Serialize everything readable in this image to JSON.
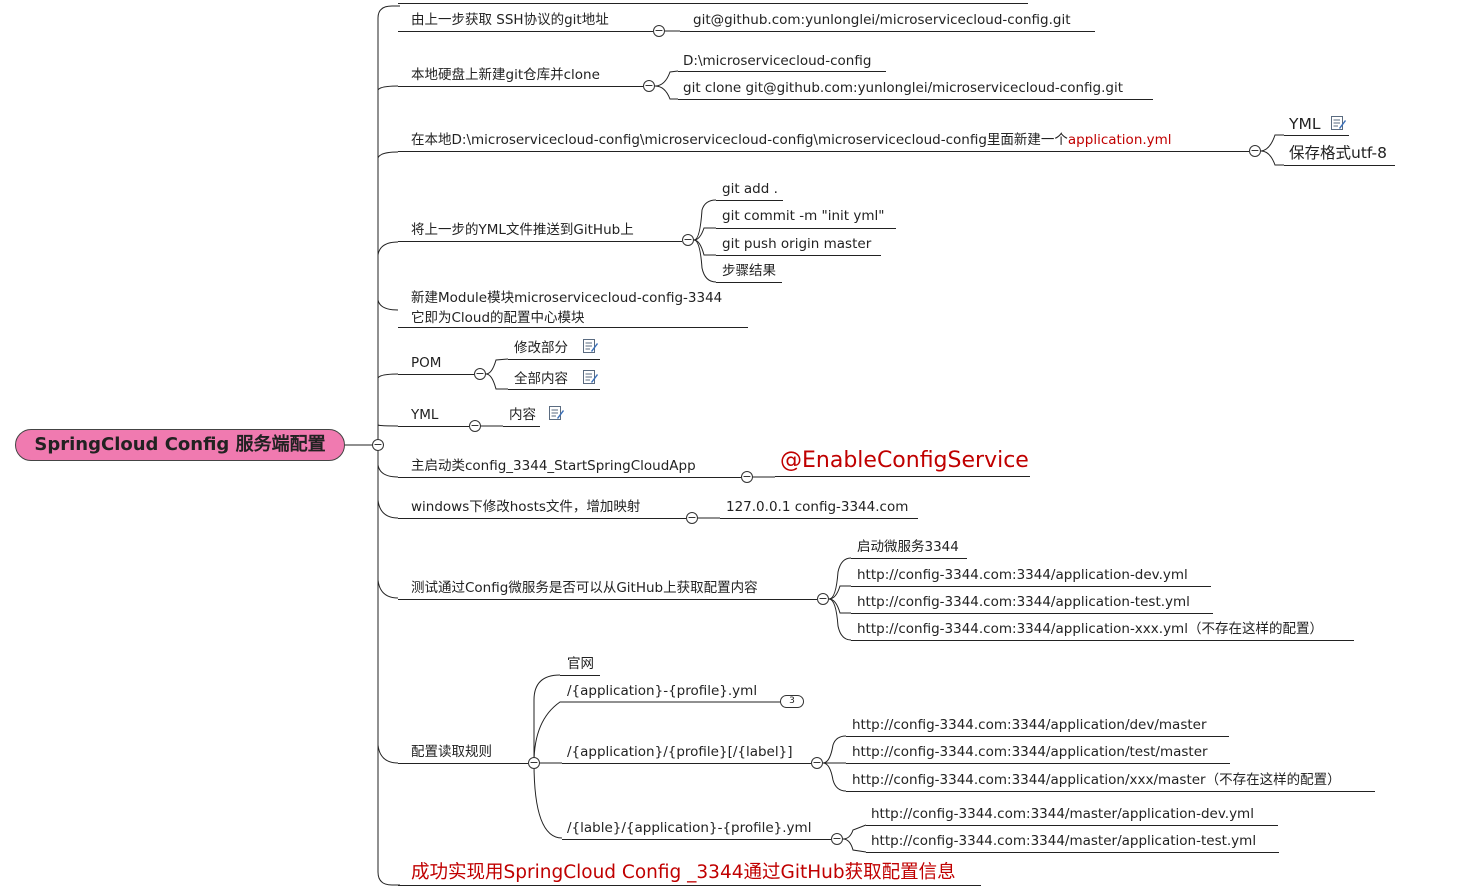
{
  "root": {
    "title": "SpringCloud Config 服务端配置"
  },
  "branches": {
    "b1": {
      "label": "由上一步获取 SSH协议的git地址",
      "children": [
        "git@github.com:yunlonglei/microservicecloud-config.git"
      ]
    },
    "b2": {
      "label": "本地硬盘上新建git仓库并clone",
      "children": [
        "D:\\microservicecloud-config",
        "git clone git@github.com:yunlonglei/microservicecloud-config.git"
      ]
    },
    "b3": {
      "label_prefix": "在本地D:\\microservicecloud-config\\microservicecloud-config\\microservicecloud-config里面新建一个",
      "label_highlight": "application.yml",
      "children": [
        "YML",
        "保存格式utf-8"
      ]
    },
    "b4": {
      "label": "将上一步的YML文件推送到GitHub上",
      "children": [
        "git add .",
        "git commit -m \"init yml\"",
        "git push origin master",
        "步骤结果"
      ]
    },
    "b5": {
      "line1": "新建Module模块microservicecloud-config-3344",
      "line2": "它即为Cloud的配置中心模块"
    },
    "b6": {
      "label": "POM",
      "children": [
        "修改部分",
        "全部内容"
      ]
    },
    "b7": {
      "label": "YML",
      "children": [
        "内容"
      ]
    },
    "b8": {
      "label": "主启动类config_3344_StartSpringCloudApp",
      "children": [
        "@EnableConfigService"
      ]
    },
    "b9": {
      "label": "windows下修改hosts文件，增加映射",
      "children": [
        "127.0.0.1  config-3344.com"
      ]
    },
    "b10": {
      "label": "测试通过Config微服务是否可以从GitHub上获取配置内容",
      "children": [
        "启动微服务3344",
        "http://config-3344.com:3344/application-dev.yml",
        "http://config-3344.com:3344/application-test.yml",
        "http://config-3344.com:3344/application-xxx.yml（不存在这样的配置）"
      ]
    },
    "b11": {
      "label": "配置读取规则",
      "c1": "官网",
      "c2": "/{application}-{profile}.yml",
      "c2_count": "3",
      "c3": "/{application}/{profile}[/{label}]",
      "c3_children": [
        "http://config-3344.com:3344/application/dev/master",
        "http://config-3344.com:3344/application/test/master",
        "http://config-3344.com:3344/application/xxx/master（不存在这样的配置）"
      ],
      "c4": "/{lable}/{application}-{profile}.yml",
      "c4_children": [
        "http://config-3344.com:3344/master/application-dev.yml",
        "http://config-3344.com:3344/master/application-test.yml"
      ]
    },
    "b12": {
      "label": "成功实现用SpringCloud Config _3344通过GitHub获取配置信息"
    }
  },
  "toggle_symbol": "−",
  "note_icon": "note-icon",
  "colors": {
    "root_fill": "#f07ab0",
    "highlight": "#c00000",
    "line": "#222222"
  }
}
